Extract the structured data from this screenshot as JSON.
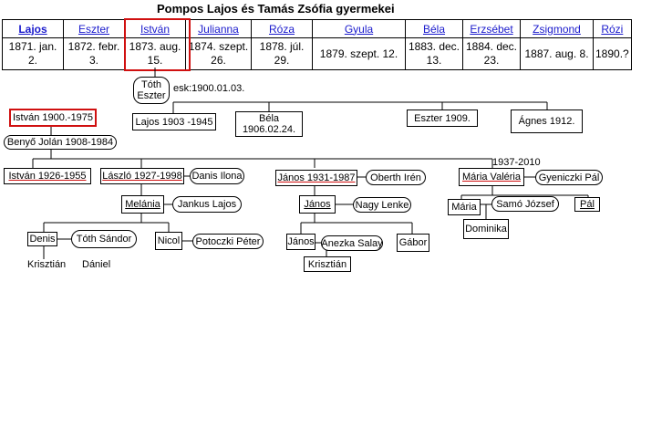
{
  "title": "Pompos Lajos és Tamás Zsófia gyermekei",
  "children": [
    {
      "name": "Lajos",
      "date": "1871. jan. 2."
    },
    {
      "name": "Eszter",
      "date": "1872. febr. 3."
    },
    {
      "name": "István",
      "date": "1873. aug. 15."
    },
    {
      "name": "Julianna",
      "date": "1874. szept. 26."
    },
    {
      "name": "Róza",
      "date": "1878. júl. 29."
    },
    {
      "name": "Gyula",
      "date": "1879. szept. 12."
    },
    {
      "name": "Béla",
      "date": "1883. dec. 13."
    },
    {
      "name": "Erzsébet",
      "date": "1884. dec. 23."
    },
    {
      "name": "Zsigmond",
      "date": "1887. aug. 8."
    },
    {
      "name": "Rózi",
      "date": "1890.?"
    }
  ],
  "tree": {
    "spouse_line1": "Tóth",
    "spouse_line2": "Eszter",
    "marriage": "esk:1900.01.03.",
    "istvan": "István 1900.-1975",
    "lajos": "Lajos 1903 -1945",
    "bela_line1": "Béla",
    "bela_line2": "1906.02.24.",
    "eszter": "Eszter 1909.",
    "agnes": "Ágnes 1912.",
    "benyo": "Benyő Jolán 1908-1984",
    "istvan2": "István 1926-1955",
    "laszlo": "László 1927-1998",
    "danis": "Danis Ilona",
    "janos": "János 1931-1987",
    "oberth": "Oberth Irén",
    "maria_years": "1937-2010",
    "maria_valeria": "Mária Valéria",
    "gyeniczki": "Gyeniczki Pál",
    "melania": "Melánia",
    "jankus": "Jankus Lajos",
    "janos2": "János",
    "nagy": "Nagy Lenke",
    "maria": "Mária",
    "samo": "Samó József",
    "pal": "Pál",
    "dominika": "Dominika",
    "denis": "Denis",
    "toth_sandor": "Tóth Sándor",
    "nicol": "Nicol",
    "potoczki": "Potoczki Péter",
    "janos3": "János",
    "anezka": "Anezka Salay",
    "gabor": "Gábor",
    "krisztian": "Krisztián",
    "daniel": "Dániel",
    "krisztian2": "Krisztián"
  }
}
